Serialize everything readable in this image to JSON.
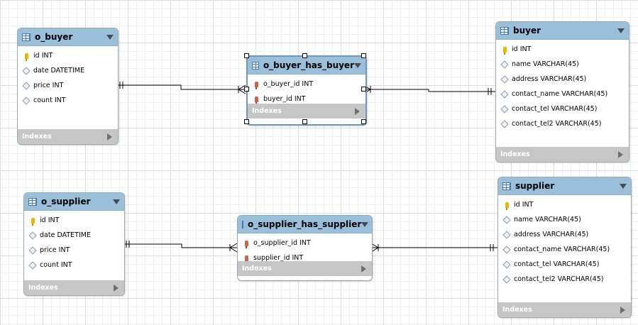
{
  "tables": {
    "o_buyer": {
      "name": "o_buyer",
      "columns": [
        {
          "label": "id INT",
          "kind": "pk"
        },
        {
          "label": "date DATETIME",
          "kind": "col"
        },
        {
          "label": "price INT",
          "kind": "col"
        },
        {
          "label": "count INT",
          "kind": "col"
        }
      ],
      "footer": "Indexes"
    },
    "o_buyer_has_buyer": {
      "name": "o_buyer_has_buyer",
      "columns": [
        {
          "label": "o_buyer_id INT",
          "kind": "fk"
        },
        {
          "label": "buyer_id INT",
          "kind": "fk"
        }
      ],
      "footer": "Indexes"
    },
    "buyer": {
      "name": "buyer",
      "columns": [
        {
          "label": "id INT",
          "kind": "pk"
        },
        {
          "label": "name VARCHAR(45)",
          "kind": "col"
        },
        {
          "label": "address VARCHAR(45)",
          "kind": "col"
        },
        {
          "label": "contact_name VARCHAR(45)",
          "kind": "col"
        },
        {
          "label": "contact_tel VARCHAR(45)",
          "kind": "col"
        },
        {
          "label": "contact_tel2 VARCHAR(45)",
          "kind": "col"
        }
      ],
      "footer": "Indexes"
    },
    "o_supplier": {
      "name": "o_supplier",
      "columns": [
        {
          "label": "id INT",
          "kind": "pk"
        },
        {
          "label": "date DATETIME",
          "kind": "col"
        },
        {
          "label": "price INT",
          "kind": "col"
        },
        {
          "label": "count INT",
          "kind": "col"
        }
      ],
      "footer": "Indexes"
    },
    "o_supplier_has_supplier": {
      "name": "o_supplier_has_supplier",
      "columns": [
        {
          "label": "o_supplier_id INT",
          "kind": "fk"
        },
        {
          "label": "supplier_id INT",
          "kind": "fk"
        }
      ],
      "footer": "Indexes"
    },
    "supplier": {
      "name": "supplier",
      "columns": [
        {
          "label": "id INT",
          "kind": "pk"
        },
        {
          "label": "name VARCHAR(45)",
          "kind": "col"
        },
        {
          "label": "address VARCHAR(45)",
          "kind": "col"
        },
        {
          "label": "contact_name VARCHAR(45)",
          "kind": "col"
        },
        {
          "label": "contact_tel VARCHAR(45)",
          "kind": "col"
        },
        {
          "label": "contact_tel2 VARCHAR(45)",
          "kind": "col"
        }
      ],
      "footer": "Indexes"
    }
  },
  "colors": {
    "header": "#99bfdb",
    "footer": "#c6c6c6",
    "selection": "#7095c0",
    "pk_key": "#e6b800",
    "fk_key": "#d2604a"
  }
}
